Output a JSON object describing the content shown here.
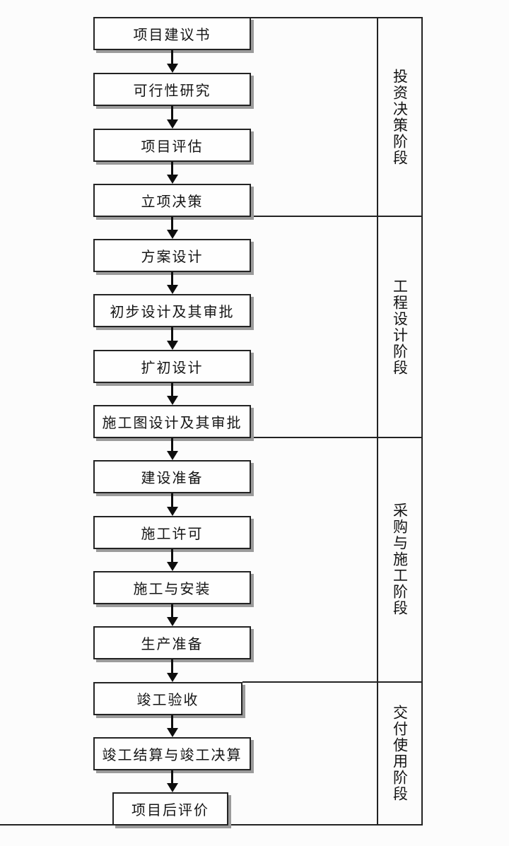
{
  "diagram": {
    "boxes": [
      {
        "label": "项目建议书"
      },
      {
        "label": "可行性研究"
      },
      {
        "label": "项目评估"
      },
      {
        "label": "立项决策"
      },
      {
        "label": "方案设计"
      },
      {
        "label": "初步设计及其审批"
      },
      {
        "label": "扩初设计"
      },
      {
        "label": "施工图设计及其审批"
      },
      {
        "label": "建设准备"
      },
      {
        "label": "施工许可"
      },
      {
        "label": "施工与安装"
      },
      {
        "label": "生产准备"
      },
      {
        "label": "竣工验收"
      },
      {
        "label": "竣工结算与竣工决算"
      },
      {
        "label": "项目后评价"
      }
    ],
    "phases": [
      {
        "label": "投资决策阶段"
      },
      {
        "label": "工程设计阶段"
      },
      {
        "label": "采购与施工阶段"
      },
      {
        "label": "交付使用阶段"
      }
    ],
    "colors": {
      "line": "#232323",
      "arrow": "#0e0e0e",
      "box_background": "#fefefe",
      "box_shadow": "#9b9b9b",
      "page_background": "#fcfcfc",
      "text": "#141414"
    }
  }
}
